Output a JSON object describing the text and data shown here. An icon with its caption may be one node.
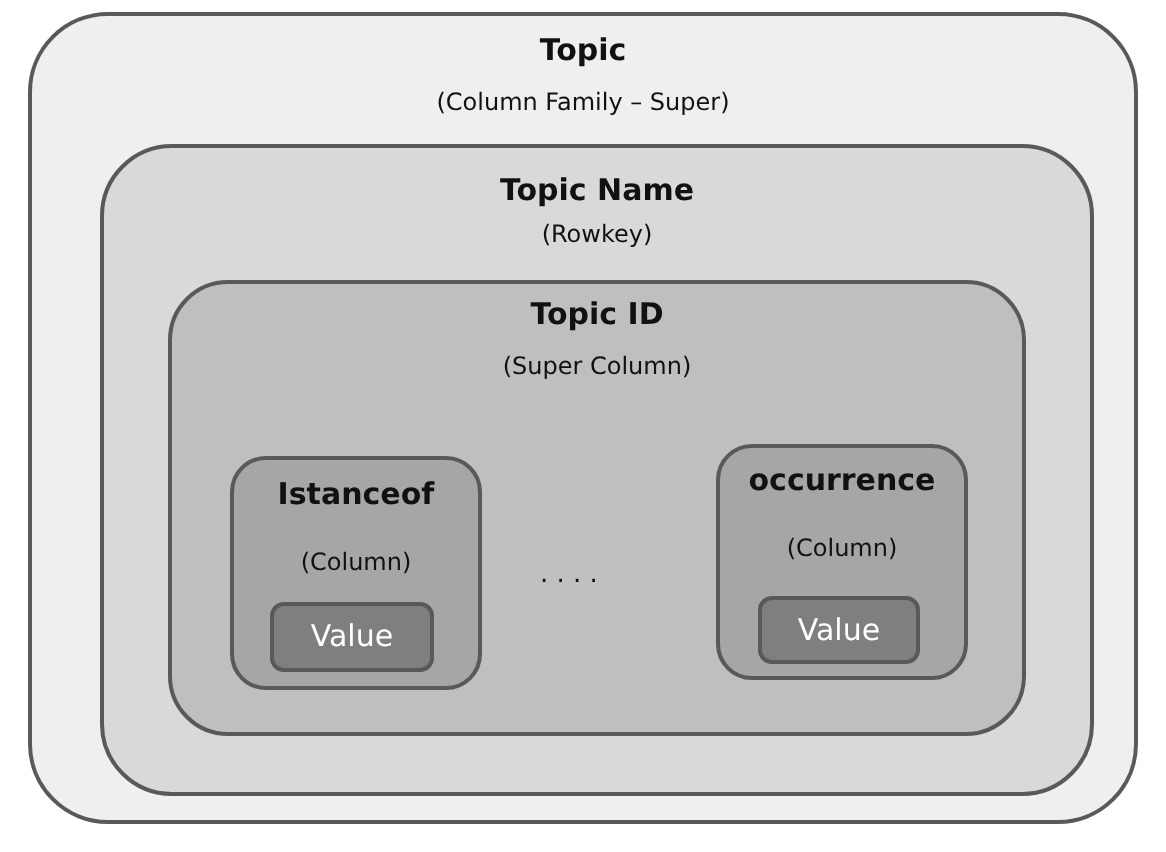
{
  "diagram": {
    "nodes": [
      {
        "text": [
          "Topic",
          "(Column Family – Super)"
        ]
      },
      {
        "text": [
          "Topic Name",
          "(Rowkey)"
        ],
        "in": 0
      },
      {
        "text": [
          "Topic ID",
          "(Super Column)"
        ],
        "in": 1
      },
      {
        "text": [
          "Istanceof",
          "(Column)"
        ],
        "in": 2
      },
      {
        "text": [
          "Value"
        ],
        "in": 3
      },
      {
        "text": [
          "occurrence",
          "(Column)"
        ],
        "in": 2
      },
      {
        "text": [
          "Value"
        ],
        "in": 5
      }
    ],
    "labels": [
      ". . . ."
    ]
  }
}
